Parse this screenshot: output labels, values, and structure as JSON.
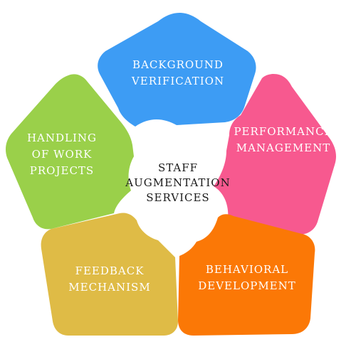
{
  "center": {
    "text": "STAFF\nAUGMENTATION\nSERVICES"
  },
  "segments": [
    {
      "id": "background-verification",
      "text": "BACKGROUND\nVERIFICATION",
      "color": "#3d9cf4"
    },
    {
      "id": "performance-management",
      "text": "PERFORMANCE\nMANAGEMENT",
      "color": "#f7598f"
    },
    {
      "id": "behavioral-development",
      "text": "BEHAVIORAL\nDEVELOPMENT",
      "color": "#fb7806"
    },
    {
      "id": "feedback-mechanism",
      "text": "FEEDBACK\nMECHANISM",
      "color": "#dfbb46"
    },
    {
      "id": "handling-of-work-projects",
      "text": "HANDLING\nOF WORK\nPROJECTS",
      "color": "#9ad04a"
    }
  ]
}
